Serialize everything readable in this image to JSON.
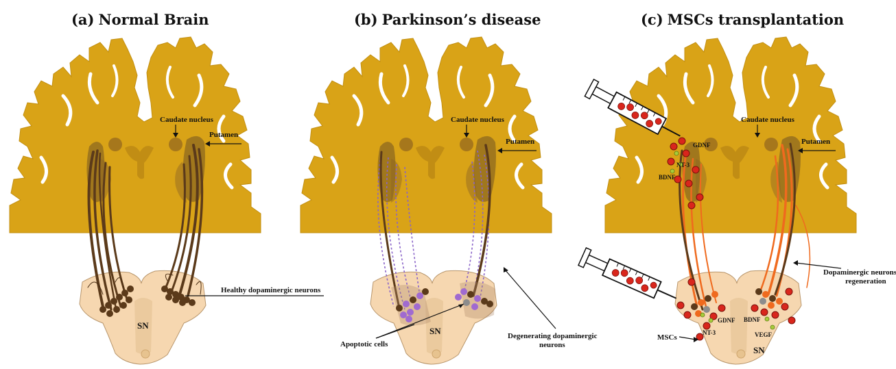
{
  "colors": {
    "brain": "#d9a317",
    "brain_edge": "#b58510",
    "midbrain": "#f6d7b0",
    "nucleus": "#a0721d",
    "fiber": "#5b3a1a",
    "degenerating": "#8a64c8",
    "regenerating": "#ef6a1e",
    "msc": "#d9261c",
    "factor": "#a7cc3c",
    "apoptotic": "#a06ad0"
  },
  "panels": [
    {
      "letter": "(a)",
      "title": "Normal Brain",
      "labels": {
        "caudate": "Caudate nucleus",
        "putamen": "Putamen",
        "neurons": "Healthy dopaminergic neurons",
        "sn": "SN"
      }
    },
    {
      "letter": "(b)",
      "title": "Parkinson’s disease",
      "labels": {
        "caudate": "Caudate nucleus",
        "putamen": "Putamen",
        "apoptotic": "Apoptotic cells",
        "degenerating_1": "Degenerating dopaminergic",
        "degenerating_2": "neurons",
        "sn": "SN"
      }
    },
    {
      "letter": "(c)",
      "title": "MSCs transplantation",
      "labels": {
        "caudate": "Caudate nucleus",
        "putamen": "Putamen",
        "regen_1": "Dopaminergic neurons",
        "regen_2": "regeneration",
        "mscs": "MSCs",
        "sn": "SN",
        "f_gdnf_top": "GDNF",
        "f_nt3_top": "NT-3",
        "f_bdnf_top": "BDNF",
        "f_gdnf_bot": "GDNF",
        "f_nt3_bot": "NT-3",
        "f_bdnf_bot": "BDNF",
        "f_vegf_bot": "VEGF"
      }
    }
  ]
}
